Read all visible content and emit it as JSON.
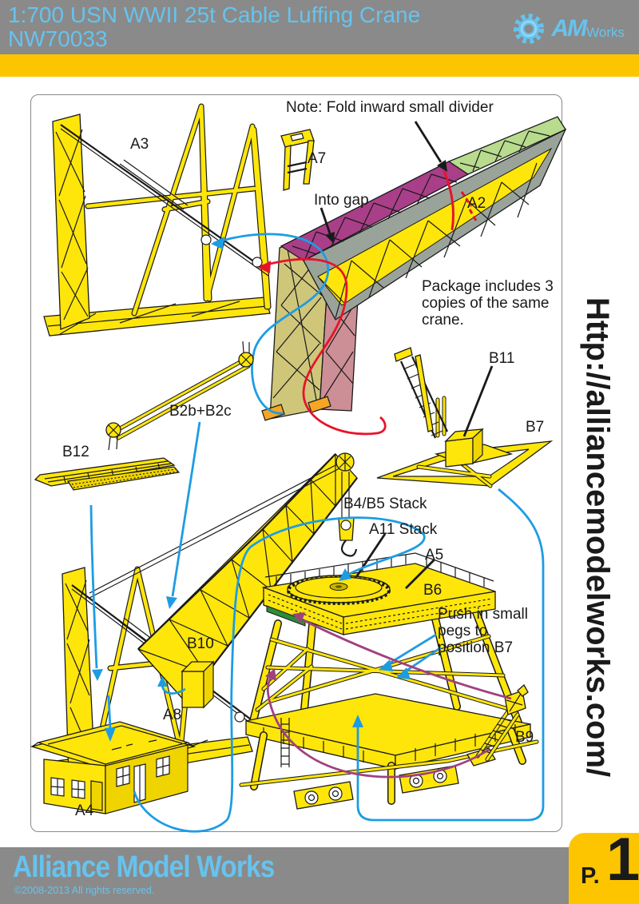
{
  "header": {
    "title_line1": "1:700 USN WWII 25t Cable Luffing Crane",
    "title_line2": "NW70033",
    "logo": {
      "gear_icon": "gear-icon",
      "brand": "AM",
      "suffix": "Works"
    }
  },
  "sidebar": {
    "url": "Http://alliancemodelworks.com/"
  },
  "diagram": {
    "labels": {
      "note_fold": "Note: Fold inward small divider",
      "a3": "A3",
      "a7": "A7",
      "into_gap": "Into gap",
      "a2": "A2",
      "package_note": "Package includes 3 copies of the same crane.",
      "b11": "B11",
      "b7": "B7",
      "b2b_b2c": "B2b+B2c",
      "b12": "B12",
      "b4_b5_stack": "B4/B5 Stack",
      "a11_stack": "A11 Stack",
      "a5": "A5",
      "b6": "B6",
      "push_note": "Push in small pegs to position B7",
      "b10": "B10",
      "a8": "A8",
      "a4": "A4",
      "b9": "B9"
    }
  },
  "footer": {
    "brand": "Alliance Model Works",
    "copyright": "©2008-2013 All rights reserved.",
    "page_prefix": "P.",
    "page_number": "1"
  },
  "colors": {
    "header_bg": "#8A8A8A",
    "accent_yellow": "#FDC500",
    "diagram_yellow": "#FFE60A",
    "brand_blue": "#66C3EE",
    "arrow_blue": "#1E9CE3",
    "arrow_purple": "#A0417E",
    "cable_red": "#E8132A",
    "boom_olive": "#CFC67A",
    "boom_magenta": "#A93F88",
    "boom_green": "#B8DB8E",
    "boom_pink": "#CC8F96",
    "boom_gray": "#9AA39A"
  }
}
